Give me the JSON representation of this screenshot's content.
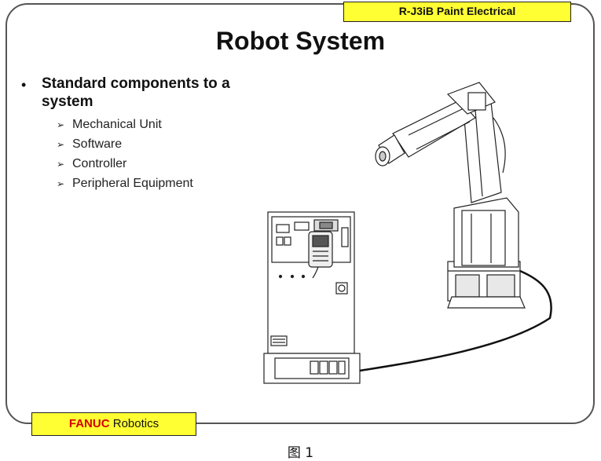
{
  "header": {
    "label": "R-J3iB Paint Electrical"
  },
  "title": "Robot System",
  "bullet": {
    "text": "Standard components to a system",
    "subitems": [
      "Mechanical Unit",
      "Software",
      "Controller",
      "Peripheral Equipment"
    ]
  },
  "footer": {
    "brand": "FANUC",
    "label": "Robotics"
  },
  "caption": "图 1",
  "colors": {
    "tag_background": "#ffff33",
    "brand_red": "#d40000",
    "frame": "#555555"
  },
  "icons": {
    "bullet": "bullet-dot",
    "subitem": "arrow-bullet-icon"
  }
}
